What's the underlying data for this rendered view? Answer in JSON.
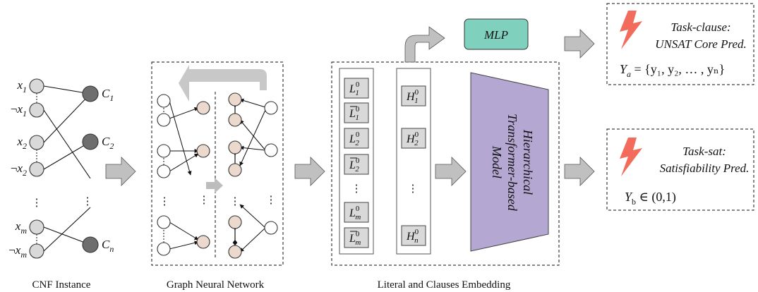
{
  "cnf": {
    "caption": "CNF Instance",
    "literals": [
      {
        "neg": "",
        "var": "x",
        "sub": "1"
      },
      {
        "neg": "¬",
        "var": "x",
        "sub": "1"
      },
      {
        "neg": "",
        "var": "x",
        "sub": "2"
      },
      {
        "neg": "¬",
        "var": "x",
        "sub": "2"
      },
      {
        "neg": "",
        "var": "x",
        "sub": "m"
      },
      {
        "neg": "¬",
        "var": "x",
        "sub": "m"
      }
    ],
    "clauses": [
      {
        "var": "C",
        "sub": "1"
      },
      {
        "var": "C",
        "sub": "2"
      },
      {
        "var": "C",
        "sub": "n"
      }
    ],
    "ellipsis": "⋮"
  },
  "gnn": {
    "caption": "Graph Neural Network",
    "ellipsis": "⋮"
  },
  "embedding": {
    "caption": "Literal and Clauses Embedding",
    "literal_items": [
      {
        "var": "L",
        "sub": "1",
        "sup": "0",
        "bar": false
      },
      {
        "var": "L",
        "sub": "1",
        "sup": "0",
        "bar": true
      },
      {
        "var": "L",
        "sub": "2",
        "sup": "0",
        "bar": false
      },
      {
        "var": "L",
        "sub": "2",
        "sup": "0",
        "bar": true
      },
      {
        "var": "L",
        "sub": "m",
        "sup": "0",
        "bar": false
      },
      {
        "var": "L",
        "sub": "m",
        "sup": "0",
        "bar": true
      }
    ],
    "clause_items": [
      {
        "var": "H",
        "sub": "1",
        "sup": "0"
      },
      {
        "var": "H",
        "sub": "2",
        "sup": "0"
      },
      {
        "var": "H",
        "sub": "n",
        "sup": "0"
      }
    ],
    "ellipsis": "⋮",
    "transformer_lines": [
      "Hierarchical",
      "Transformer-based",
      "Model"
    ]
  },
  "mlp": {
    "label": "MLP"
  },
  "tasks": {
    "clause": {
      "title_lines": [
        "Task-clause:",
        "UNSAT Core Pred."
      ],
      "formula_var": "Y",
      "formula_sub": "a",
      "formula_rest": " = {y₁, y₂, … , yₙ}"
    },
    "sat": {
      "title_lines": [
        "Task-sat:",
        "Satisfiability Pred."
      ],
      "formula_var": "Y",
      "formula_sub": "b",
      "formula_rest": " ∈ (0,1)"
    }
  },
  "colors": {
    "literal_fill": "#d9d9d9",
    "clause_fill": "#6e6e6e",
    "gnn_node_fill": "#ead9cc",
    "mlp_fill": "#7fd1bd",
    "transformer_fill": "#b4a8d3",
    "arrow_fill": "#c0c0c0",
    "lightning": "#f26b5b",
    "embed_box_fill": "#d9d9d9"
  }
}
